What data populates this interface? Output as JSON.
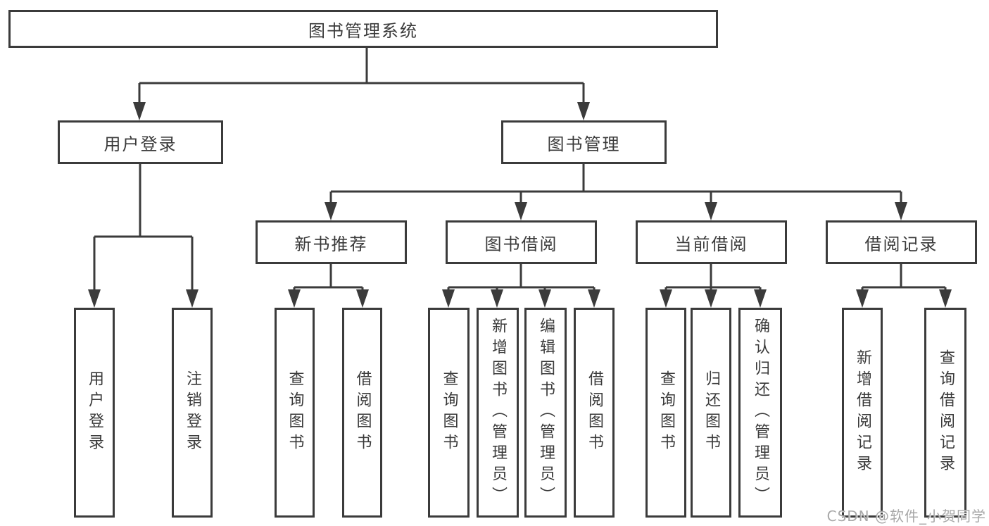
{
  "diagram": {
    "root": {
      "label": "图书管理系统"
    },
    "user_login": {
      "label": "用户登录",
      "children": [
        {
          "label": "用户登录"
        },
        {
          "label": "注销登录"
        }
      ]
    },
    "book_mgmt": {
      "label": "图书管理",
      "sections": {
        "new_books": {
          "label": "新书推荐",
          "children": [
            {
              "label": "查询图书"
            },
            {
              "label": "借阅图书"
            }
          ]
        },
        "book_borrow": {
          "label": "图书借阅",
          "children": [
            {
              "label": "查询图书"
            },
            {
              "label": "新增图书（管理员）"
            },
            {
              "label": "编辑图书（管理员）"
            },
            {
              "label": "借阅图书"
            }
          ]
        },
        "current_borrow": {
          "label": "当前借阅",
          "children": [
            {
              "label": "查询图书"
            },
            {
              "label": "归还图书"
            },
            {
              "label": "确认归还（管理员）"
            }
          ]
        },
        "borrow_records": {
          "label": "借阅记录",
          "children": [
            {
              "label": "新增借阅记录"
            },
            {
              "label": "查询借阅记录"
            }
          ]
        }
      }
    },
    "watermark": "CSDN @软件_小贺同学",
    "colors": {
      "line": "#3b3b3b",
      "text": "#3a3a3a",
      "background": "#ffffff",
      "watermark": "#a8a8a8"
    }
  }
}
